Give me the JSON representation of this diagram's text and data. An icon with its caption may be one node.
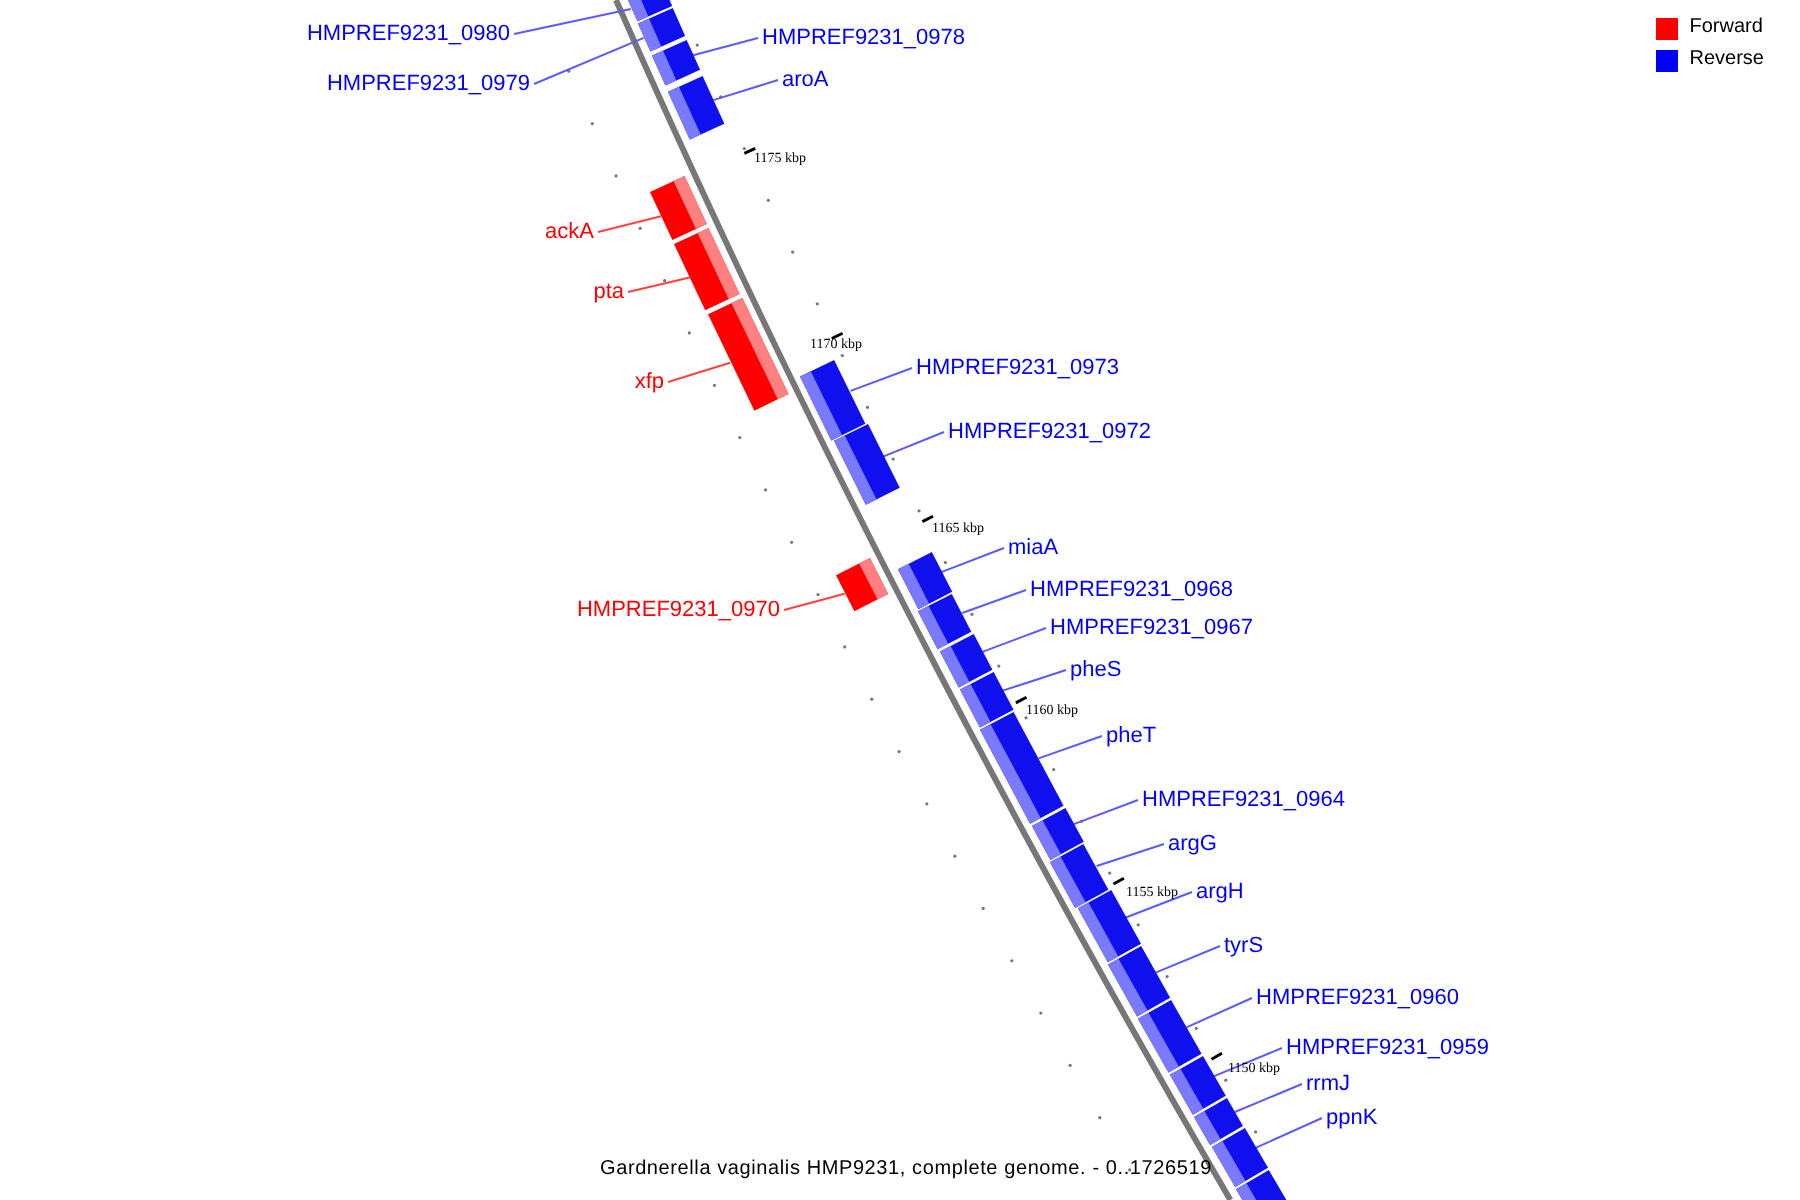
{
  "diagram": {
    "caption": "Gardnerella vaginalis HMP9231, complete genome. - 0..1726519",
    "nodes": [
      {
        "text": [
          "HMPREF9231_0980"
        ]
      },
      {
        "text": [],
        "shape": "bar"
      },
      {
        "text": [
          "HMPREF9231_0979"
        ]
      },
      {
        "text": [],
        "shape": "bar"
      },
      {
        "text": [
          "HMPREF9231_0978"
        ]
      },
      {
        "text": [],
        "shape": "bar"
      },
      {
        "text": [
          "aroA"
        ]
      },
      {
        "text": [],
        "shape": "bar"
      },
      {
        "text": [
          "ackA"
        ]
      },
      {
        "text": [],
        "shape": "bar"
      },
      {
        "text": [
          "pta"
        ]
      },
      {
        "text": [],
        "shape": "bar"
      },
      {
        "text": [
          "xfp"
        ]
      },
      {
        "text": [],
        "shape": "bar"
      },
      {
        "text": [
          "HMPREF9231_0973"
        ]
      },
      {
        "text": [],
        "shape": "bar"
      },
      {
        "text": [
          "HMPREF9231_0972"
        ]
      },
      {
        "text": [],
        "shape": "bar"
      },
      {
        "text": [
          "HMPREF9231_0970"
        ]
      },
      {
        "text": [],
        "shape": "bar"
      },
      {
        "text": [
          "miaA"
        ]
      },
      {
        "text": [],
        "shape": "bar"
      },
      {
        "text": [
          "HMPREF9231_0968"
        ]
      },
      {
        "text": [],
        "shape": "bar"
      },
      {
        "text": [
          "HMPREF9231_0967"
        ]
      },
      {
        "text": [],
        "shape": "bar"
      },
      {
        "text": [
          "pheS"
        ]
      },
      {
        "text": [],
        "shape": "bar"
      },
      {
        "text": [
          "pheT"
        ]
      },
      {
        "text": [],
        "shape": "bar"
      },
      {
        "text": [
          "HMPREF9231_0964"
        ]
      },
      {
        "text": [],
        "shape": "bar"
      },
      {
        "text": [
          "argG"
        ]
      },
      {
        "text": [],
        "shape": "bar"
      },
      {
        "text": [
          "argH"
        ]
      },
      {
        "text": [],
        "shape": "bar"
      },
      {
        "text": [
          "tyrS"
        ]
      },
      {
        "text": [],
        "shape": "bar"
      },
      {
        "text": [
          "HMPREF9231_0960"
        ]
      },
      {
        "text": [],
        "shape": "bar"
      },
      {
        "text": [
          "HMPREF9231_0959"
        ]
      },
      {
        "text": [],
        "shape": "bar"
      },
      {
        "text": [
          "rrmJ"
        ]
      },
      {
        "text": [],
        "shape": "bar"
      },
      {
        "text": [
          "ppnK"
        ]
      },
      {
        "text": [],
        "shape": "bar"
      },
      {
        "text": [],
        "shape": "bar"
      }
    ],
    "edges": [
      {
        "from": 0,
        "to": 1,
        "arrow": "none"
      },
      {
        "from": 2,
        "to": 3,
        "arrow": "none"
      },
      {
        "from": 4,
        "to": 5,
        "arrow": "none"
      },
      {
        "from": 6,
        "to": 7,
        "arrow": "none"
      },
      {
        "from": 8,
        "to": 9,
        "arrow": "none",
        "color": "#ff0000"
      },
      {
        "from": 10,
        "to": 11,
        "arrow": "none",
        "color": "#ff0000"
      },
      {
        "from": 12,
        "to": 13,
        "arrow": "none",
        "color": "#ff0000"
      },
      {
        "from": 14,
        "to": 15,
        "arrow": "none"
      },
      {
        "from": 16,
        "to": 17,
        "arrow": "none"
      },
      {
        "from": 18,
        "to": 19,
        "arrow": "none",
        "color": "#ff0000"
      },
      {
        "from": 20,
        "to": 21,
        "arrow": "none"
      },
      {
        "from": 22,
        "to": 23,
        "arrow": "none"
      },
      {
        "from": 24,
        "to": 25,
        "arrow": "none"
      },
      {
        "from": 26,
        "to": 27,
        "arrow": "none"
      },
      {
        "from": 28,
        "to": 29,
        "arrow": "none"
      },
      {
        "from": 30,
        "to": 31,
        "arrow": "none"
      },
      {
        "from": 32,
        "to": 33,
        "arrow": "none"
      },
      {
        "from": 34,
        "to": 35,
        "arrow": "none"
      },
      {
        "from": 36,
        "to": 37,
        "arrow": "none"
      },
      {
        "from": 38,
        "to": 39,
        "arrow": "none"
      },
      {
        "from": 40,
        "to": 41,
        "arrow": "none"
      },
      {
        "from": 42,
        "to": 43,
        "arrow": "none"
      },
      {
        "from": 44,
        "to": 45,
        "arrow": "none"
      }
    ],
    "labels": [
      "1175 kbp",
      "1170 kbp",
      "1165 kbp",
      "1160 kbp",
      "1155 kbp",
      "1150 kbp"
    ],
    "legend": [
      {
        "text": "Forward",
        "color": "#ff0000"
      },
      {
        "text": "Reverse",
        "color": "#0000ff"
      }
    ]
  }
}
